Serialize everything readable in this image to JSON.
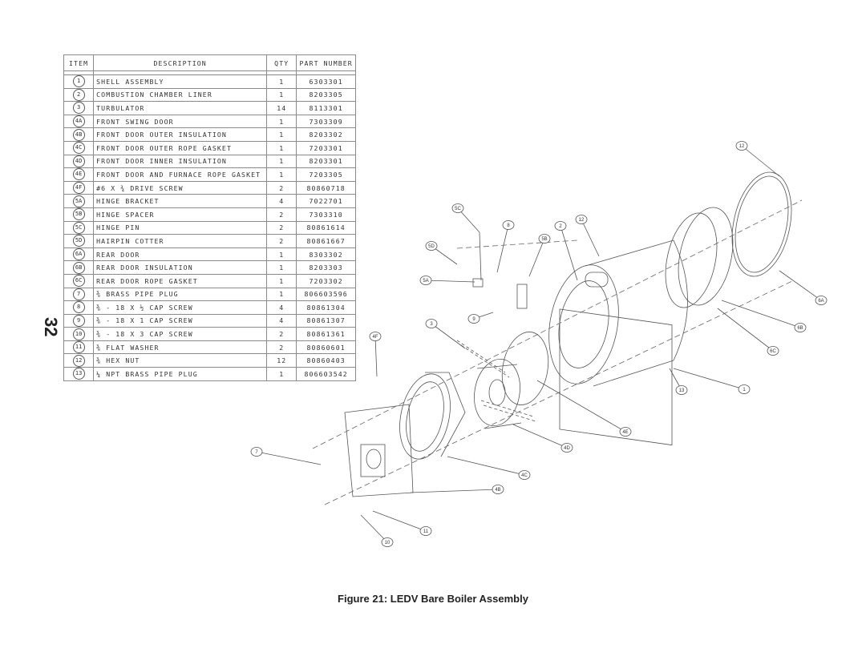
{
  "page_number": "32",
  "table": {
    "headers": [
      "ITEM",
      "DESCRIPTION",
      "QTY",
      "PART NUMBER"
    ],
    "rows": [
      {
        "item": "1",
        "desc": "SHELL ASSEMBLY",
        "qty": "1",
        "pn": "6303301"
      },
      {
        "item": "2",
        "desc": "COMBUSTION CHAMBER LINER",
        "qty": "1",
        "pn": "8203305"
      },
      {
        "item": "3",
        "desc": "TURBULATOR",
        "qty": "14",
        "pn": "8113301"
      },
      {
        "item": "4A",
        "desc": "FRONT SWING DOOR",
        "qty": "1",
        "pn": "7303309"
      },
      {
        "item": "4B",
        "desc": "FRONT DOOR OUTER INSULATION",
        "qty": "1",
        "pn": "8203302"
      },
      {
        "item": "4C",
        "desc": "FRONT DOOR OUTER ROPE GASKET",
        "qty": "1",
        "pn": "7203301"
      },
      {
        "item": "4D",
        "desc": "FRONT DOOR INNER INSULATION",
        "qty": "1",
        "pn": "8203301"
      },
      {
        "item": "4E",
        "desc": "FRONT DOOR AND FURNACE ROPE GASKET",
        "qty": "1",
        "pn": "7203305"
      },
      {
        "item": "4F",
        "desc": "#6 X ¾ DRIVE SCREW",
        "qty": "2",
        "pn": "80860718"
      },
      {
        "item": "5A",
        "desc": "HINGE BRACKET",
        "qty": "4",
        "pn": "7022701"
      },
      {
        "item": "5B",
        "desc": "HINGE SPACER",
        "qty": "2",
        "pn": "7303310"
      },
      {
        "item": "5C",
        "desc": "HINGE PIN",
        "qty": "2",
        "pn": "80861614"
      },
      {
        "item": "5D",
        "desc": "HAIRPIN COTTER",
        "qty": "2",
        "pn": "80861667"
      },
      {
        "item": "6A",
        "desc": "REAR DOOR",
        "qty": "1",
        "pn": "8303302"
      },
      {
        "item": "6B",
        "desc": "REAR DOOR INSULATION",
        "qty": "1",
        "pn": "8203303"
      },
      {
        "item": "6C",
        "desc": "REAR DOOR ROPE GASKET",
        "qty": "1",
        "pn": "7203302"
      },
      {
        "item": "7",
        "desc": "⅜ BRASS PIPE PLUG",
        "qty": "1",
        "pn": "806603596"
      },
      {
        "item": "8",
        "desc": "⅜ - 18 X ½ CAP SCREW",
        "qty": "4",
        "pn": "80861304"
      },
      {
        "item": "9",
        "desc": "⅜ - 18 X 1 CAP SCREW",
        "qty": "4",
        "pn": "80861307"
      },
      {
        "item": "10",
        "desc": "⅜ - 18 X 3 CAP SCREW",
        "qty": "2",
        "pn": "80861361"
      },
      {
        "item": "11",
        "desc": "⅜ FLAT WASHER",
        "qty": "2",
        "pn": "80860601"
      },
      {
        "item": "12",
        "desc": "⅜ HEX NUT",
        "qty": "12",
        "pn": "80860403"
      },
      {
        "item": "13",
        "desc": "¼ NPT BRASS PIPE PLUG",
        "qty": "1",
        "pn": "806603542"
      }
    ]
  },
  "callouts": [
    "12",
    "5C",
    "8",
    "2",
    "12",
    "5D",
    "5B",
    "5A",
    "9",
    "3",
    "4F",
    "6A",
    "6B",
    "6C",
    "13",
    "1",
    "4E",
    "4D",
    "7",
    "4C",
    "4B",
    "11",
    "10"
  ],
  "caption": "Figure 21:  LEDV Bare Boiler Assembly"
}
